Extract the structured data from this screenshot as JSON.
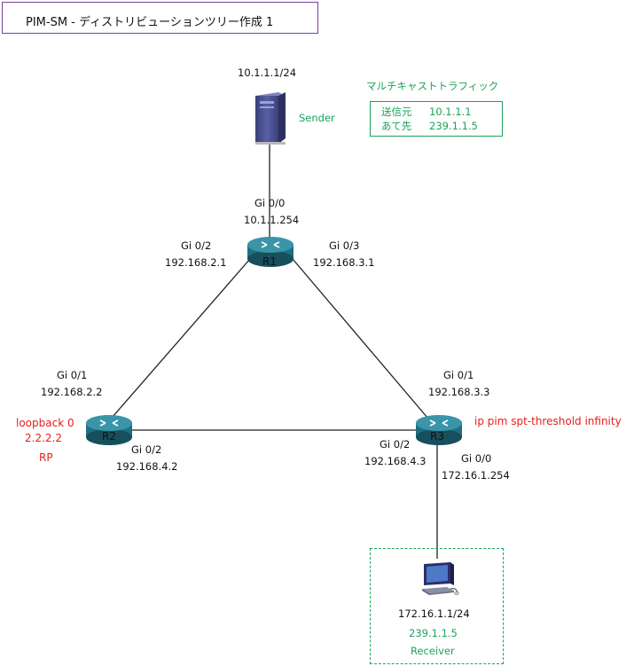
{
  "title": "PIM-SM - ディストリビューションツリー作成 1",
  "multicast_traffic": {
    "heading": "マルチキャストトラフィック",
    "source_label": "送信元",
    "source_value": "10.1.1.1",
    "dest_label": "あて先",
    "dest_value": "239.1.1.5"
  },
  "sender": {
    "ip": "10.1.1.1/24",
    "label": "Sender",
    "icon": "server-icon"
  },
  "receiver": {
    "ip": "172.16.1.1/24",
    "group": "239.1.1.5",
    "label": "Receiver",
    "icon": "pc-icon"
  },
  "routers": {
    "r1": {
      "label": "R1",
      "gi00_name": "Gi 0/0",
      "gi00_ip": "10.1.1.254",
      "gi02_name": "Gi 0/2",
      "gi02_ip": "192.168.2.1",
      "gi03_name": "Gi 0/3",
      "gi03_ip": "192.168.3.1"
    },
    "r2": {
      "label": "R2",
      "gi01_name": "Gi 0/1",
      "gi01_ip": "192.168.2.2",
      "gi02_name": "Gi 0/2",
      "gi02_ip": "192.168.4.2",
      "loopback_name": "loopback 0",
      "loopback_ip": "2.2.2.2",
      "rp_label": "RP"
    },
    "r3": {
      "label": "R3",
      "gi01_name": "Gi 0/1",
      "gi01_ip": "192.168.3.3",
      "gi02_name": "Gi 0/2",
      "gi02_ip": "192.168.4.3",
      "gi00_name": "Gi 0/0",
      "gi00_ip": "172.16.1.254",
      "config": "ip pim spt-threshold infinity"
    }
  },
  "colors": {
    "router_body": "#1f6f80",
    "server_body": "#4a4f8e",
    "green": "#1aa45a",
    "red": "#e5201a",
    "title_border": "#7b3fa0"
  }
}
